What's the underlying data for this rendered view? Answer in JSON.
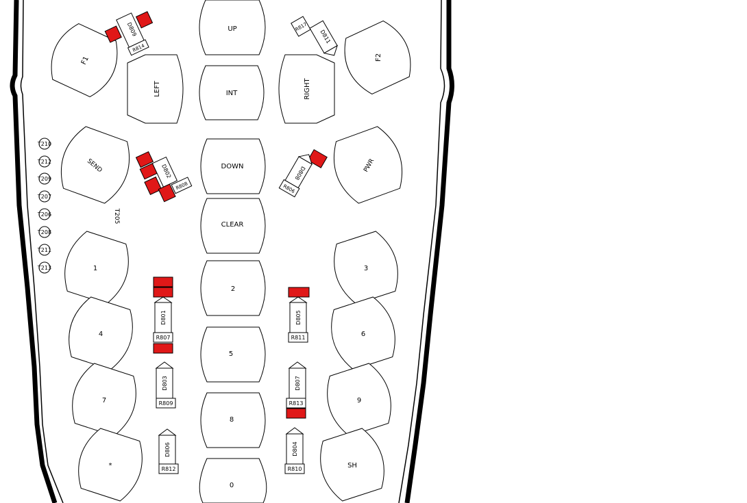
{
  "keys": {
    "up": "UP",
    "int": "INT",
    "down": "DOWN",
    "clear": "CLEAR",
    "left": "LEFT",
    "right": "RIGHT",
    "f1": "F1",
    "f2": "F2",
    "send": "SEND",
    "pwr": "PWR",
    "k1": "1",
    "k2": "2",
    "k3": "3",
    "k4": "4",
    "k5": "5",
    "k6": "6",
    "k7": "7",
    "k8": "8",
    "k9": "9",
    "k0": "0",
    "star": "*",
    "sh": "SH"
  },
  "testpoints": {
    "t210": "T210",
    "t212": "T212",
    "t209": "T209",
    "t207": "T207",
    "t206": "T206",
    "t208": "T208",
    "t211": "T211",
    "t213": "T213",
    "t205": "T205"
  },
  "components": {
    "d809": "D809",
    "r814": "R814",
    "r817": "R817",
    "d811": "D811",
    "d802": "D802",
    "r808": "R808",
    "d808": "D808",
    "r806": "R806",
    "d801": "D801",
    "r807": "R807",
    "d805": "D805",
    "r811": "R811",
    "d803": "D803",
    "r809": "R809",
    "d807": "D807",
    "r813": "R813",
    "d806": "D806",
    "r812": "R812",
    "d804": "D804",
    "r810": "R810"
  },
  "colors": {
    "highlight": "#e01818",
    "line": "#000000",
    "background": "#ffffff"
  }
}
